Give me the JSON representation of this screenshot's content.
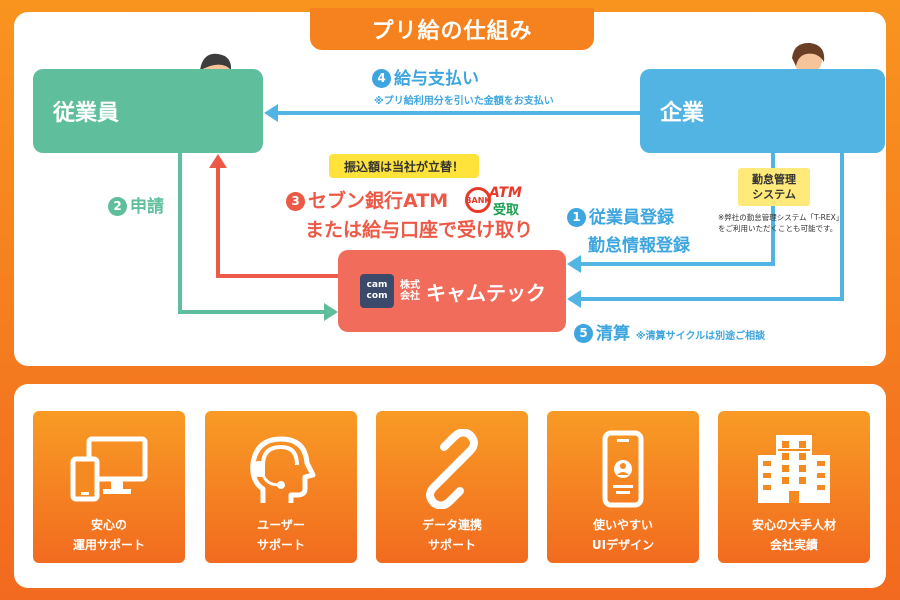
{
  "title": "プリ給の仕組み",
  "nodes": {
    "employee": "従業員",
    "company": "企業",
    "camtec_logo_top": "cam",
    "camtec_logo_bottom": "com",
    "camtec_kabushiki": "株式",
    "camtec_kaisha": "会社",
    "camtec_name": "キャムテック"
  },
  "steps": {
    "pay_num": "4",
    "pay": "給与支払い",
    "pay_note": "※プリ給利用分を引いた金額をお支払い",
    "apply_num": "2",
    "apply": "申請",
    "advance_tag": "振込額は当社が立替！",
    "atm_num": "3",
    "atm_line1": "セブン銀行ATM",
    "atm_line2": "または給与口座で受け取り",
    "reg_num": "1",
    "reg_line1": "従業員登録",
    "reg_line2": "勤怠情報登録",
    "attendance_line1": "勤怠管理",
    "attendance_line2": "システム",
    "attendance_note": "※弊社の勤怠管理システム「T-REX」をご利用いただくことも可能です。",
    "settle_num": "5",
    "settle": "清算",
    "settle_note": "※清算サイクルは別途ご相談"
  },
  "atm_logo": {
    "bank": "BANK",
    "atm": "ATM",
    "receive": "受取"
  },
  "features": [
    {
      "icon": "devices-icon",
      "line1": "安心の",
      "line2": "運用サポート"
    },
    {
      "icon": "headset-icon",
      "line1": "ユーザー",
      "line2": "サポート"
    },
    {
      "icon": "link-icon",
      "line1": "データ連携",
      "line2": "サポート"
    },
    {
      "icon": "smartphone-icon",
      "line1": "使いやすい",
      "line2": "UIデザイン"
    },
    {
      "icon": "building-icon",
      "line1": "安心の大手人材",
      "line2": "会社実績"
    }
  ],
  "colors": {
    "orange": "#f5821f",
    "green": "#5fbf9d",
    "blue": "#52b4e3",
    "red": "#f26c5b",
    "yellow": "#ffe33a"
  }
}
